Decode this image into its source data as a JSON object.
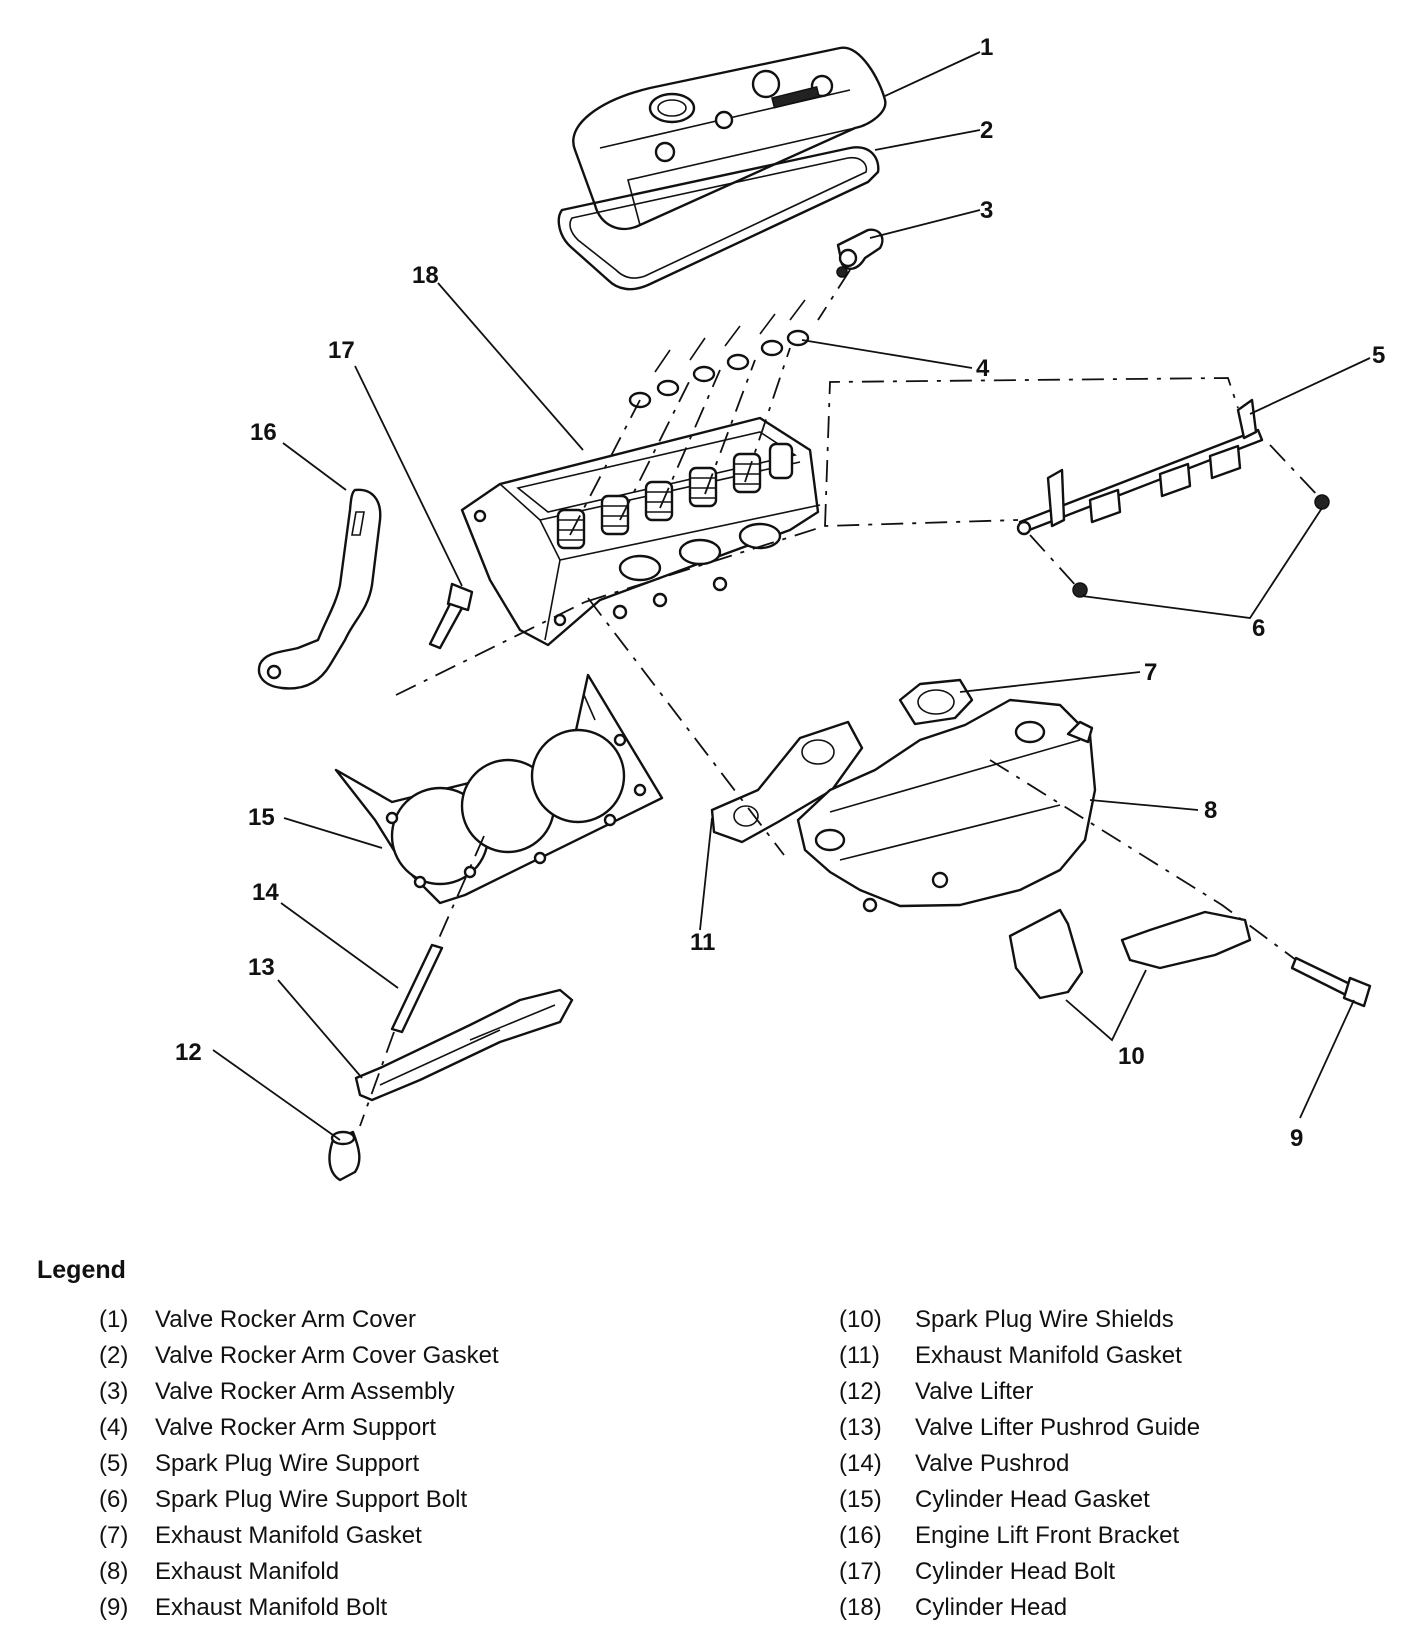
{
  "callouts": [
    "1",
    "2",
    "3",
    "4",
    "5",
    "6",
    "7",
    "8",
    "9",
    "10",
    "11",
    "12",
    "13",
    "14",
    "15",
    "16",
    "17",
    "18"
  ],
  "legend": {
    "title": "Legend",
    "left": [
      {
        "num": "(1)",
        "label": "Valve Rocker Arm Cover"
      },
      {
        "num": "(2)",
        "label": "Valve Rocker Arm Cover Gasket"
      },
      {
        "num": "(3)",
        "label": "Valve Rocker Arm Assembly"
      },
      {
        "num": "(4)",
        "label": "Valve Rocker Arm Support"
      },
      {
        "num": "(5)",
        "label": "Spark Plug Wire Support"
      },
      {
        "num": "(6)",
        "label": "Spark Plug Wire Support Bolt"
      },
      {
        "num": "(7)",
        "label": "Exhaust Manifold Gasket"
      },
      {
        "num": "(8)",
        "label": "Exhaust Manifold"
      },
      {
        "num": "(9)",
        "label": "Exhaust Manifold Bolt"
      }
    ],
    "right": [
      {
        "num": "(10)",
        "label": "Spark Plug Wire Shields"
      },
      {
        "num": "(11)",
        "label": "Exhaust Manifold Gasket"
      },
      {
        "num": "(12)",
        "label": "Valve Lifter"
      },
      {
        "num": "(13)",
        "label": "Valve Lifter Pushrod Guide"
      },
      {
        "num": "(14)",
        "label": "Valve Pushrod"
      },
      {
        "num": "(15)",
        "label": "Cylinder Head Gasket"
      },
      {
        "num": "(16)",
        "label": "Engine Lift Front Bracket"
      },
      {
        "num": "(17)",
        "label": "Cylinder Head Bolt"
      },
      {
        "num": "(18)",
        "label": "Cylinder Head"
      }
    ]
  }
}
